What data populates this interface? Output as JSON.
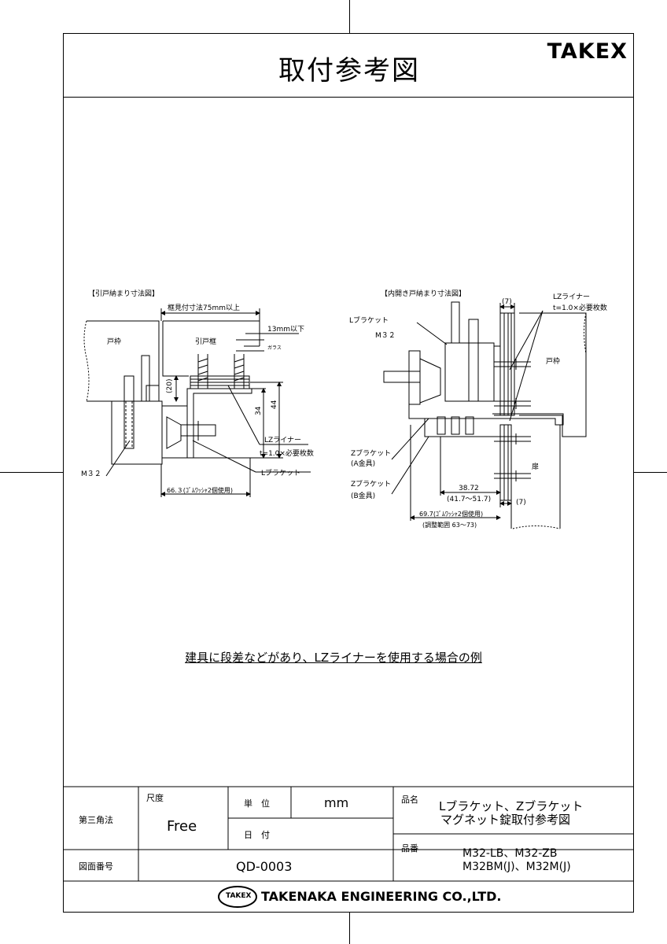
{
  "header": {
    "title": "取付参考図",
    "brand": "TAKEX"
  },
  "left_drawing": {
    "title": "【引戸納まり寸法図】",
    "frame_width_label": "框見付寸法75mm以上",
    "door_frame": "戸枠",
    "sliding_frame": "引戸框",
    "glass_gap": "13mm以下",
    "glass": "ガラス",
    "dim_20": "(20)",
    "dim_34": "34",
    "dim_44": "44",
    "lz_liner": "LZライナー",
    "lz_note": "t=1.0×必要枚数",
    "l_bracket": "Lブラケット",
    "m32": "M３２",
    "bottom_dim": "66.３(ｺﾞﾑﾜｯｼｬ2個使用)"
  },
  "right_drawing": {
    "title": "【内開き戸納まり寸法図】",
    "dim_7_top": "(7)",
    "lz_liner": "LZライナー",
    "lz_note": "t=1.0×必要枚数",
    "l_bracket": "Lブラケット",
    "m32": "M３２",
    "door_frame": "戸枠",
    "door": "扉",
    "z_bracket_a": "Zブラケット",
    "z_bracket_a_sub": "(A金具)",
    "z_bracket_b": "Zブラケット",
    "z_bracket_b_sub": "(B金具)",
    "dim_3872": "38.72",
    "dim_3872_range": "(41.7～51.7)",
    "dim_7_bottom": "(7)",
    "dim_697": "69.7(ｺﾞﾑﾜｯｼｬ2個使用)",
    "dim_adjust": "(調整範囲 63～73)"
  },
  "caption": "建具に段差などがあり、LZライナーを使用する場合の例",
  "title_block": {
    "projection_label": "第三角法",
    "scale_label": "尺度",
    "scale_value": "Free",
    "unit_label": "単　位",
    "unit_value": "mm",
    "date_label": "日　付",
    "date_value": "",
    "name_label": "品名",
    "name_line1": "Lブラケット、Zブラケット",
    "name_line2": "マグネット錠取付参考図",
    "part_label": "品番",
    "part_line1": "M32-LB、M32-ZB",
    "part_line2": "M32BM(J)、M32M(J)",
    "drawing_no_label": "図面番号",
    "drawing_no": "QD-0003",
    "logo_text": "TAKEX",
    "company": "TAKENAKA ENGINEERING CO.,LTD."
  }
}
